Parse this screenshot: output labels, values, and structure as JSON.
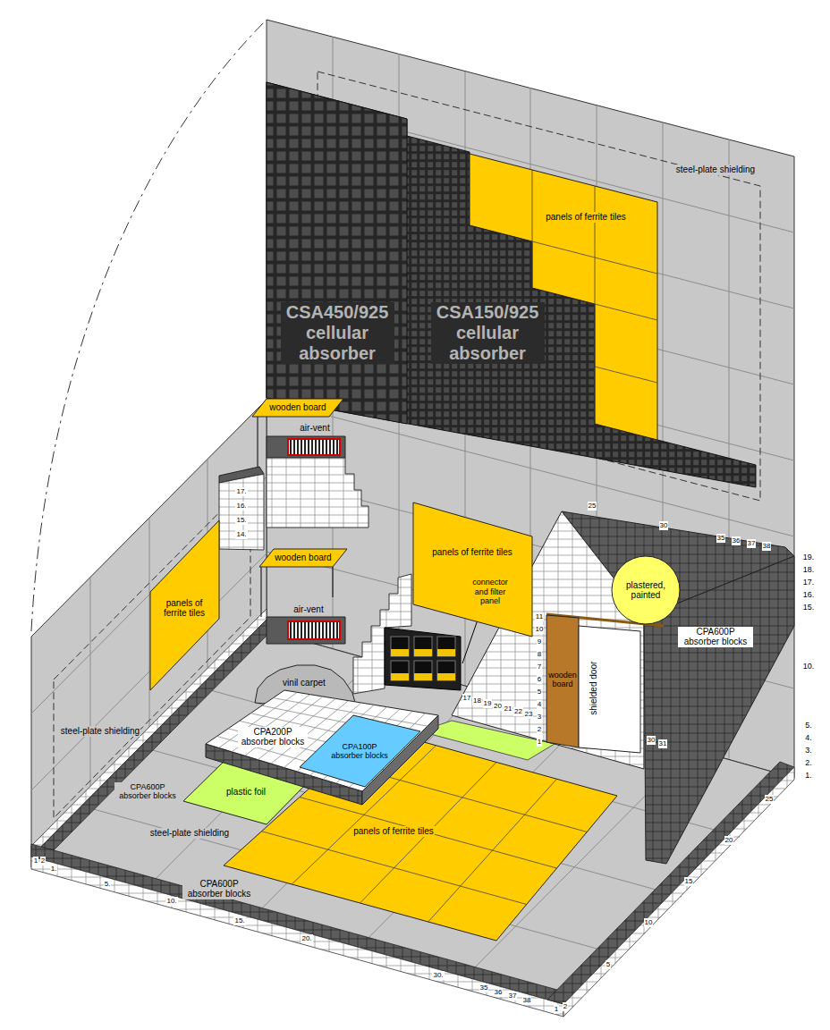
{
  "diagram": {
    "nodes": [
      {
        "text": [
          "panels of ferrite tiles"
        ]
      },
      {
        "text": [
          "wooden board"
        ]
      },
      {
        "text": [
          "wooden board"
        ]
      },
      {
        "text": [
          "panels of ferrite tiles"
        ]
      },
      {
        "text": [
          "panels of ferrite tiles"
        ]
      },
      {
        "text": [
          "plastered, painted"
        ]
      },
      {
        "text": [
          "wooden board"
        ]
      },
      {
        "text": [
          "shielded door"
        ]
      },
      {
        "text": [
          "vinil carpet"
        ]
      },
      {
        "text": [
          "plastic foil"
        ]
      },
      {
        "text": [
          "panels of ferrite tiles"
        ]
      },
      {
        "text": [
          "CPA200P absorber blocks"
        ]
      },
      {
        "text": [
          "CPA100P absorber blocks"
        ],
        "in": 11
      }
    ],
    "labels": [
      "steel-plate shielding",
      "CSA450/925 cellular absorber",
      "CSA150/925 cellular absorber",
      "air-vent",
      "17.",
      "16.",
      "15.",
      "14.",
      "air-vent",
      "connector and filter panel",
      "25",
      "30",
      "35",
      "36",
      "37",
      "38",
      "19.",
      "18.",
      "17.",
      "16.",
      "15.",
      "10.",
      "5.",
      "4.",
      "3.",
      "2.",
      "1.",
      "CPA600P absorber blocks",
      "11",
      "10",
      "9",
      "8",
      "7",
      "6",
      "5",
      "4",
      "3",
      "2",
      "1",
      "17",
      "18",
      "19",
      "20",
      "21",
      "22",
      "23",
      "30",
      "31",
      "steel-plate shielding",
      "CPA600P absorber blocks",
      "steel-plate shielding",
      "1",
      "2",
      "1.",
      "5.",
      "10.",
      "15.",
      "20.",
      "30.",
      "35",
      "36",
      "37",
      "38",
      "CPA600P absorber blocks",
      "1",
      "2",
      "5",
      "10",
      "15",
      "20",
      "25"
    ]
  }
}
